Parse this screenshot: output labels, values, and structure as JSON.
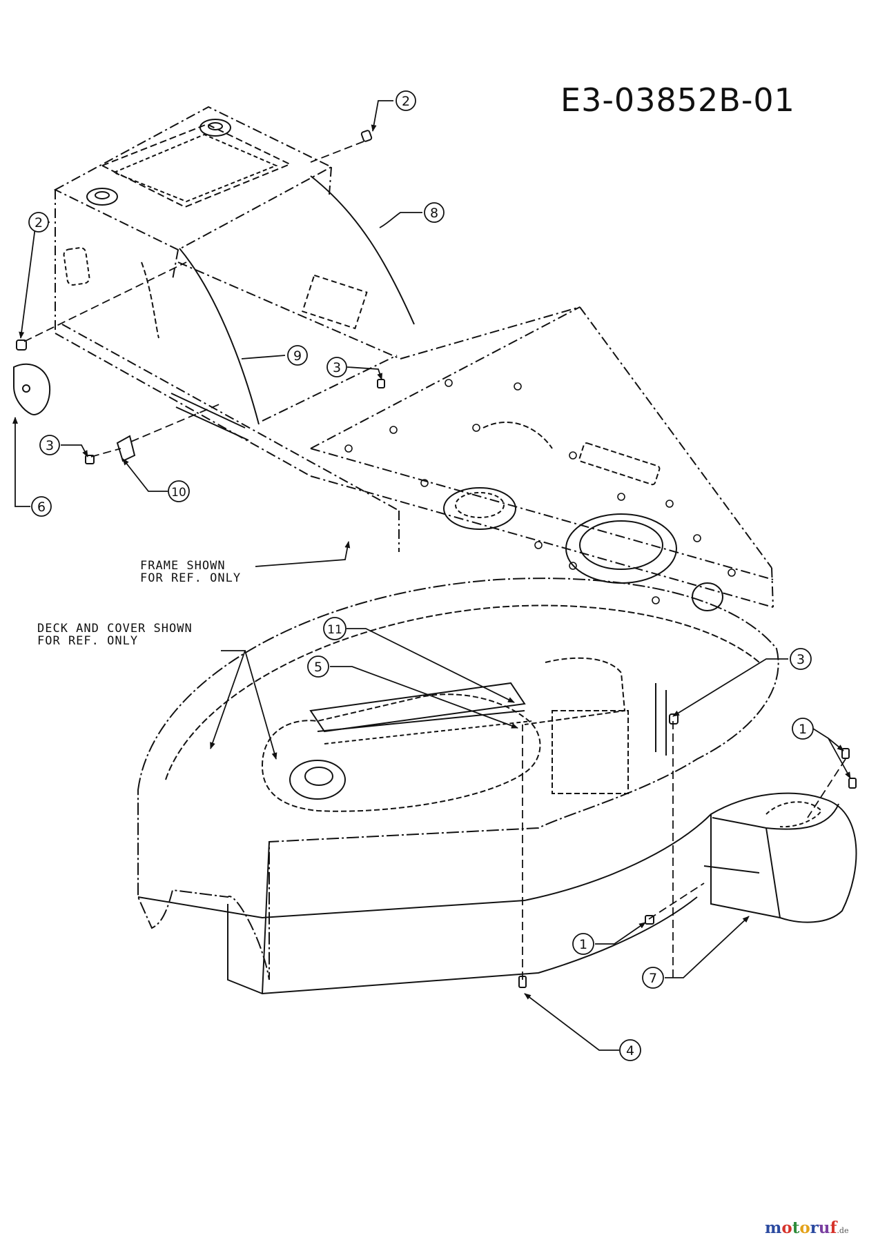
{
  "drawing_number": "E3-03852B-01",
  "notes": {
    "frame": [
      "FRAME SHOWN",
      "FOR REF. ONLY"
    ],
    "deck": [
      "DECK AND COVER SHOWN",
      "FOR REF. ONLY"
    ]
  },
  "balloons": [
    "2",
    "2",
    "8",
    "9",
    "3",
    "3",
    "10",
    "6",
    "11",
    "5",
    "3",
    "1",
    "1",
    "7",
    "4"
  ],
  "watermark": {
    "letters": [
      "m",
      "o",
      "t",
      "o",
      "r",
      "u",
      "f"
    ],
    "tld": ".de",
    "colors": [
      "#2b4aa0",
      "#d6332b",
      "#2e8b3a",
      "#e3a21a",
      "#2b4aa0",
      "#7a3fa0",
      "#d6332b"
    ]
  }
}
